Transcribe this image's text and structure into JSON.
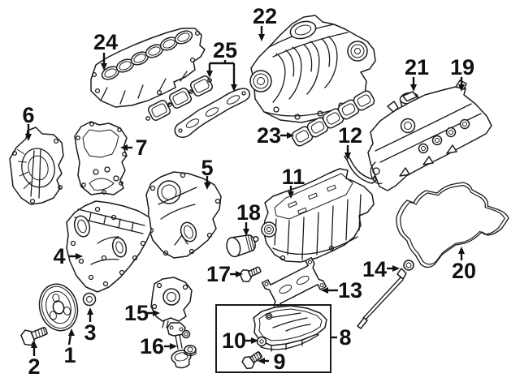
{
  "diagram": {
    "background_color": "#ffffff",
    "line_color": "#1a1a1a",
    "label_color": "#111111",
    "callouts": [
      {
        "number": "1"
      },
      {
        "number": "2"
      },
      {
        "number": "3"
      },
      {
        "number": "4"
      },
      {
        "number": "5"
      },
      {
        "number": "6"
      },
      {
        "number": "7"
      },
      {
        "number": "8"
      },
      {
        "number": "9"
      },
      {
        "number": "10"
      },
      {
        "number": "11"
      },
      {
        "number": "12"
      },
      {
        "number": "13"
      },
      {
        "number": "14"
      },
      {
        "number": "15"
      },
      {
        "number": "16"
      },
      {
        "number": "17"
      },
      {
        "number": "18"
      },
      {
        "number": "19"
      },
      {
        "number": "20"
      },
      {
        "number": "21"
      },
      {
        "number": "22"
      },
      {
        "number": "23"
      },
      {
        "number": "24"
      },
      {
        "number": "25"
      }
    ]
  }
}
